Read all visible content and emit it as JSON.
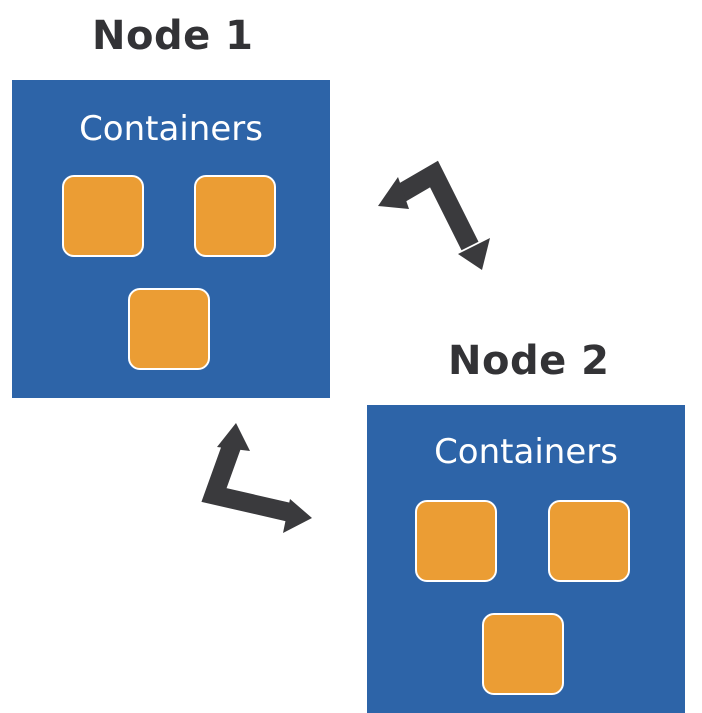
{
  "nodes": [
    {
      "title": "Node 1",
      "label": "Containers"
    },
    {
      "title": "Node 2",
      "label": "Containers"
    }
  ],
  "colors": {
    "node_fill": "#2d64a8",
    "container_fill": "#eb9d34",
    "title_text": "#333336",
    "arrow": "#3a3a3d"
  },
  "icons": {
    "top_arrow": "double-headed-bent-arrow-icon",
    "bottom_arrow": "double-headed-bent-arrow-icon"
  }
}
